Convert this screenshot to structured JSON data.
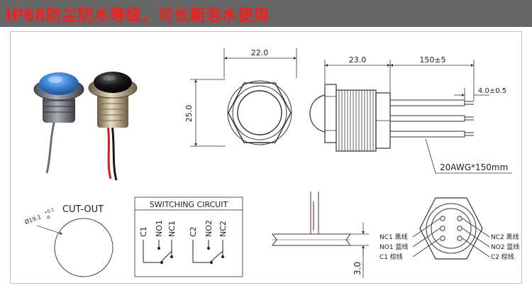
{
  "banner": {
    "title": "IP68防尘防水等级，可长期泡水使用",
    "background": "#666666",
    "title_color": "#ff1a1a"
  },
  "dimensions": {
    "front_width": "22.0",
    "front_height": "25.0",
    "body_length": "23.0",
    "wire_length": "150±5",
    "strip_length": "4.0±0.5",
    "wire_gauge": "20AWG*150mm",
    "panel_thickness": "3.0"
  },
  "cutout": {
    "title": "CUT-OUT",
    "diameter_label": "Ø19.1",
    "tolerance_upper": "+0.1",
    "tolerance_lower": "-0"
  },
  "switching_circuit": {
    "title": "SWITCHING CIRCUIT",
    "group1": [
      "C1",
      "NO1",
      "NC1"
    ],
    "group2": [
      "C2",
      "NO2",
      "NC2"
    ]
  },
  "pin_labels": {
    "left": [
      "NC1 黑线",
      "NO1 蓝线",
      "C1 棕线"
    ],
    "right": [
      "NC2 黑线",
      "NO2 蓝线",
      "C2 棕线"
    ]
  },
  "photos": {
    "switch_left_cap_color": "#3a7fd0",
    "switch_right_cap_color": "#1a1a1a"
  }
}
